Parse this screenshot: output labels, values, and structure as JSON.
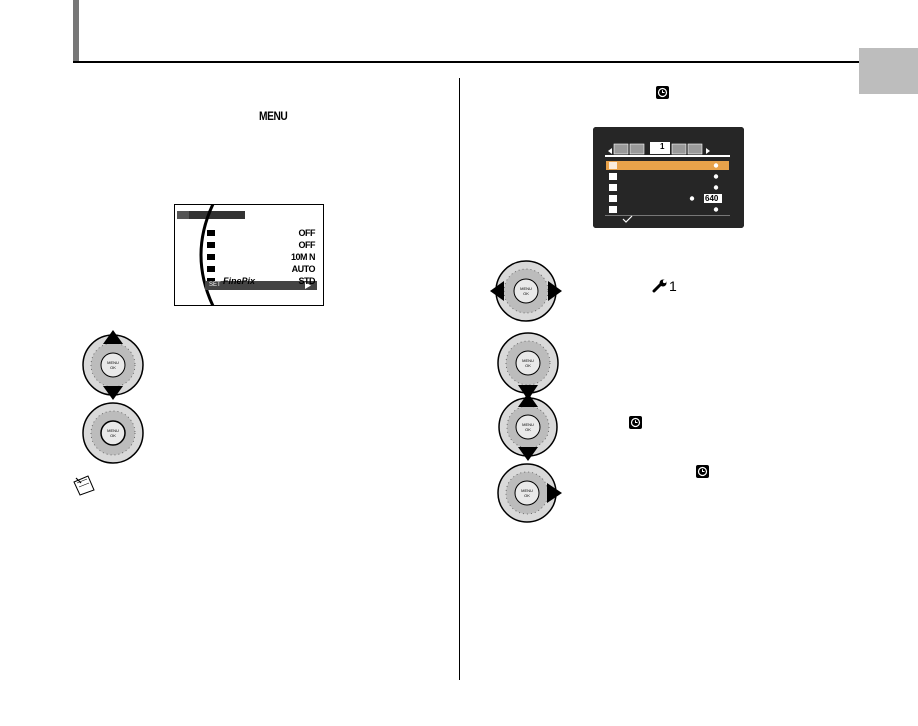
{
  "page": {
    "menu_label": "MENU",
    "wrench_label": "1"
  },
  "left_screen": {
    "brand": "FinePix",
    "rows": [
      {
        "icon": "face-icon",
        "value": "OFF"
      },
      {
        "icon": "zoom-icon",
        "value": "OFF"
      },
      {
        "icon": "flash-icon",
        "value": "10M N"
      },
      {
        "icon": "iso-icon",
        "value": "AUTO"
      },
      {
        "icon": "film-icon",
        "value": "STD"
      },
      {
        "icon": "set-icon",
        "value": ""
      }
    ],
    "set_label": "SET"
  },
  "right_screen": {
    "tab_number": "1",
    "value_640": "640"
  },
  "colors": {
    "header_accent": "#777777",
    "side_tab": "#bdbdbd",
    "highlight_orange": "#e8a24a"
  }
}
